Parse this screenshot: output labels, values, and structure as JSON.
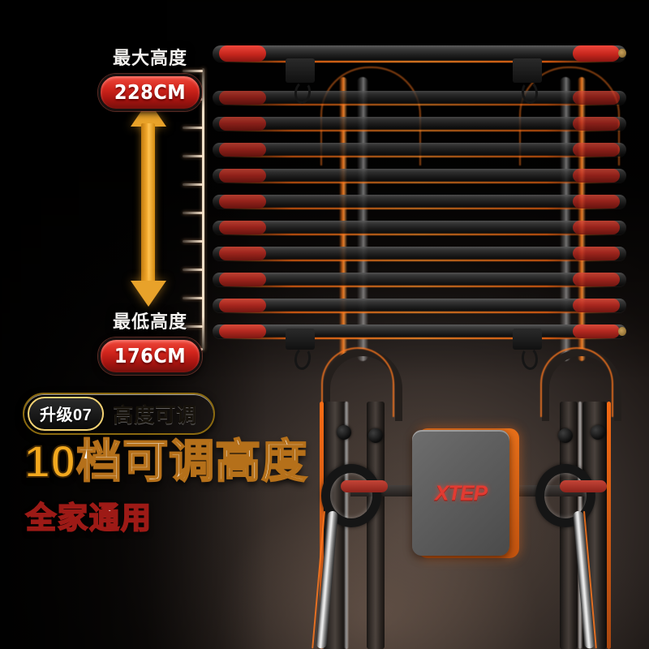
{
  "product": {
    "brand_logo": "XTEP",
    "bar_levels": 11,
    "rail_count": 4
  },
  "callouts": {
    "max": {
      "label": "最大高度",
      "value": "228CM"
    },
    "min": {
      "label": "最低高度",
      "value": "176CM"
    }
  },
  "badge": {
    "left_label": "升级07",
    "right_label": "高度可调"
  },
  "headline": {
    "number": "10",
    "rest": "档可调高度",
    "sub": "全家通用"
  },
  "colors": {
    "accent_orange": "#f2a81e",
    "product_orange": "#ff6a10",
    "pill_red": "#d2251c",
    "gold": "#f5c33e",
    "background_dark": "#0b0908",
    "background_warm": "#5b4e47"
  },
  "icons": {
    "arrow_up": "arrow-up-icon",
    "arrow_down": "arrow-down-icon",
    "ruler": "ruler-icon"
  }
}
